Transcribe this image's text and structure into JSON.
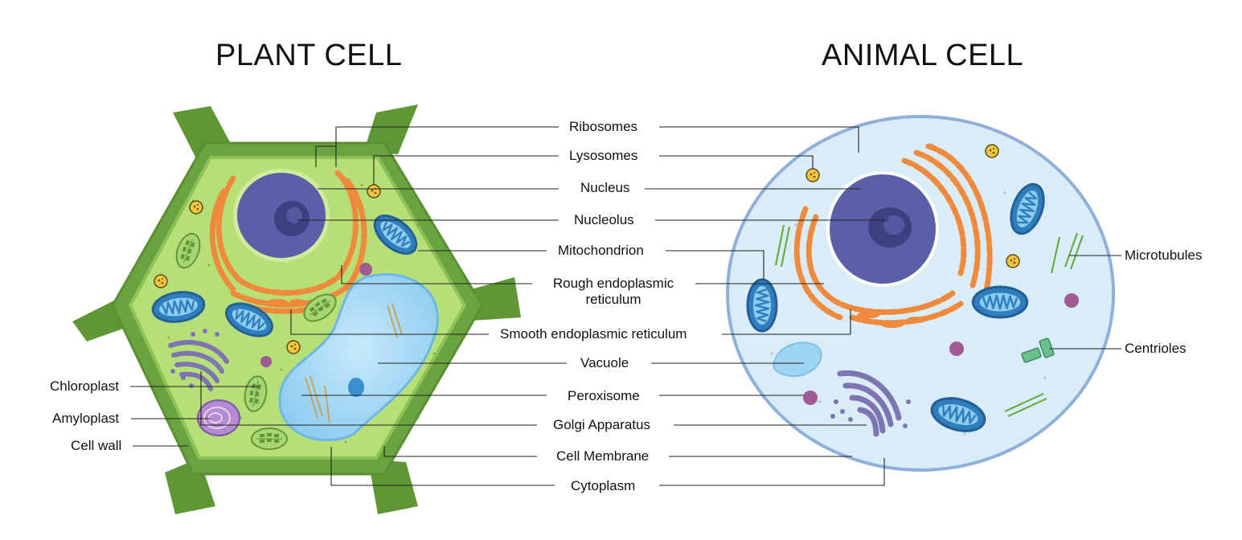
{
  "titles": {
    "plant": "PLANT CELL",
    "animal": "ANIMAL CELL"
  },
  "labels": {
    "ribosomes": "Ribosomes",
    "lysosomes": "Lysosomes",
    "nucleus": "Nucleus",
    "nucleolus": "Nucleolus",
    "mitochondrion": "Mitochondrion",
    "rough_er_line1": "Rough endoplasmic",
    "rough_er_line2": "reticulum",
    "smooth_er": "Smooth endoplasmic reticulum",
    "vacuole": "Vacuole",
    "peroxisome": "Peroxisome",
    "golgi": "Golgi Apparatus",
    "cell_membrane": "Cell Membrane",
    "cytoplasm": "Cytoplasm",
    "chloroplast": "Chloroplast",
    "amyloplast": "Amyloplast",
    "cell_wall": "Cell wall",
    "microtubules": "Microtubules",
    "centrioles": "Centrioles"
  },
  "colors": {
    "cell_wall_dark": "#5f9636",
    "cell_wall_mid": "#74aa44",
    "plant_cytoplasm": "#b9e07c",
    "plant_cytoplasm_light": "#cfeb9c",
    "animal_cytoplasm": "#d9ecf8",
    "animal_membrane": "#8fb0d9",
    "nucleus": "#5a5fa8",
    "nucleolus": "#3d4080",
    "er": "#ef8a3c",
    "mitochondrion": "#3b8fcb",
    "vacuole": "#9fd4f2",
    "golgi": "#7e74b2",
    "peroxisome": "#a05a94",
    "lysosome": "#f2c33d",
    "amyloplast": "#b48ad0",
    "chloroplast": "#8fc35a"
  }
}
